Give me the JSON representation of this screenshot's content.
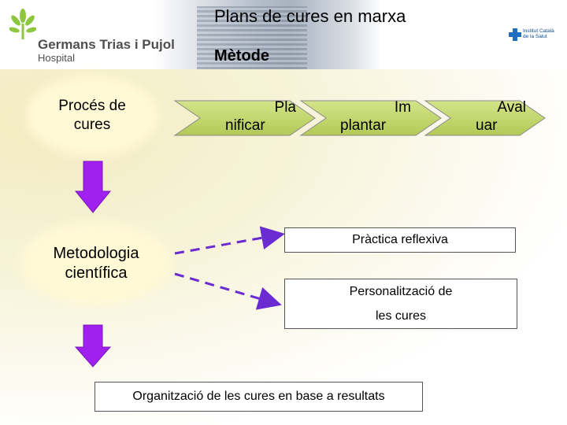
{
  "header": {
    "hospital_name": "Germans Trias i Pujol",
    "hospital_sub": "Hospital",
    "title": "Plans de cures en marxa",
    "subtitle": "Mètode",
    "institute_line1": "Institut Català",
    "institute_line2": "de la Salut"
  },
  "left_column": {
    "oval_top": "Procés de cures",
    "oval_bottom": "Metodologia científica"
  },
  "process_steps": [
    {
      "line1": "Pla",
      "line2": "nificar"
    },
    {
      "line1": "Im",
      "line2": "plantar"
    },
    {
      "line1": "Aval",
      "line2": "uar"
    }
  ],
  "boxes": {
    "reflexive": "Pràctica reflexiva",
    "personal_line1": "Personalització de",
    "personal_line2": "les cures",
    "organization": "Organització de les cures en base a resultats"
  },
  "colors": {
    "chevron_fill": "#c5d86d",
    "arrow_purple": "#a020f0",
    "dashed_arrow": "#6a2bd1",
    "oval_fill": "#fff9d6",
    "logo_green": "#8dc63f"
  }
}
